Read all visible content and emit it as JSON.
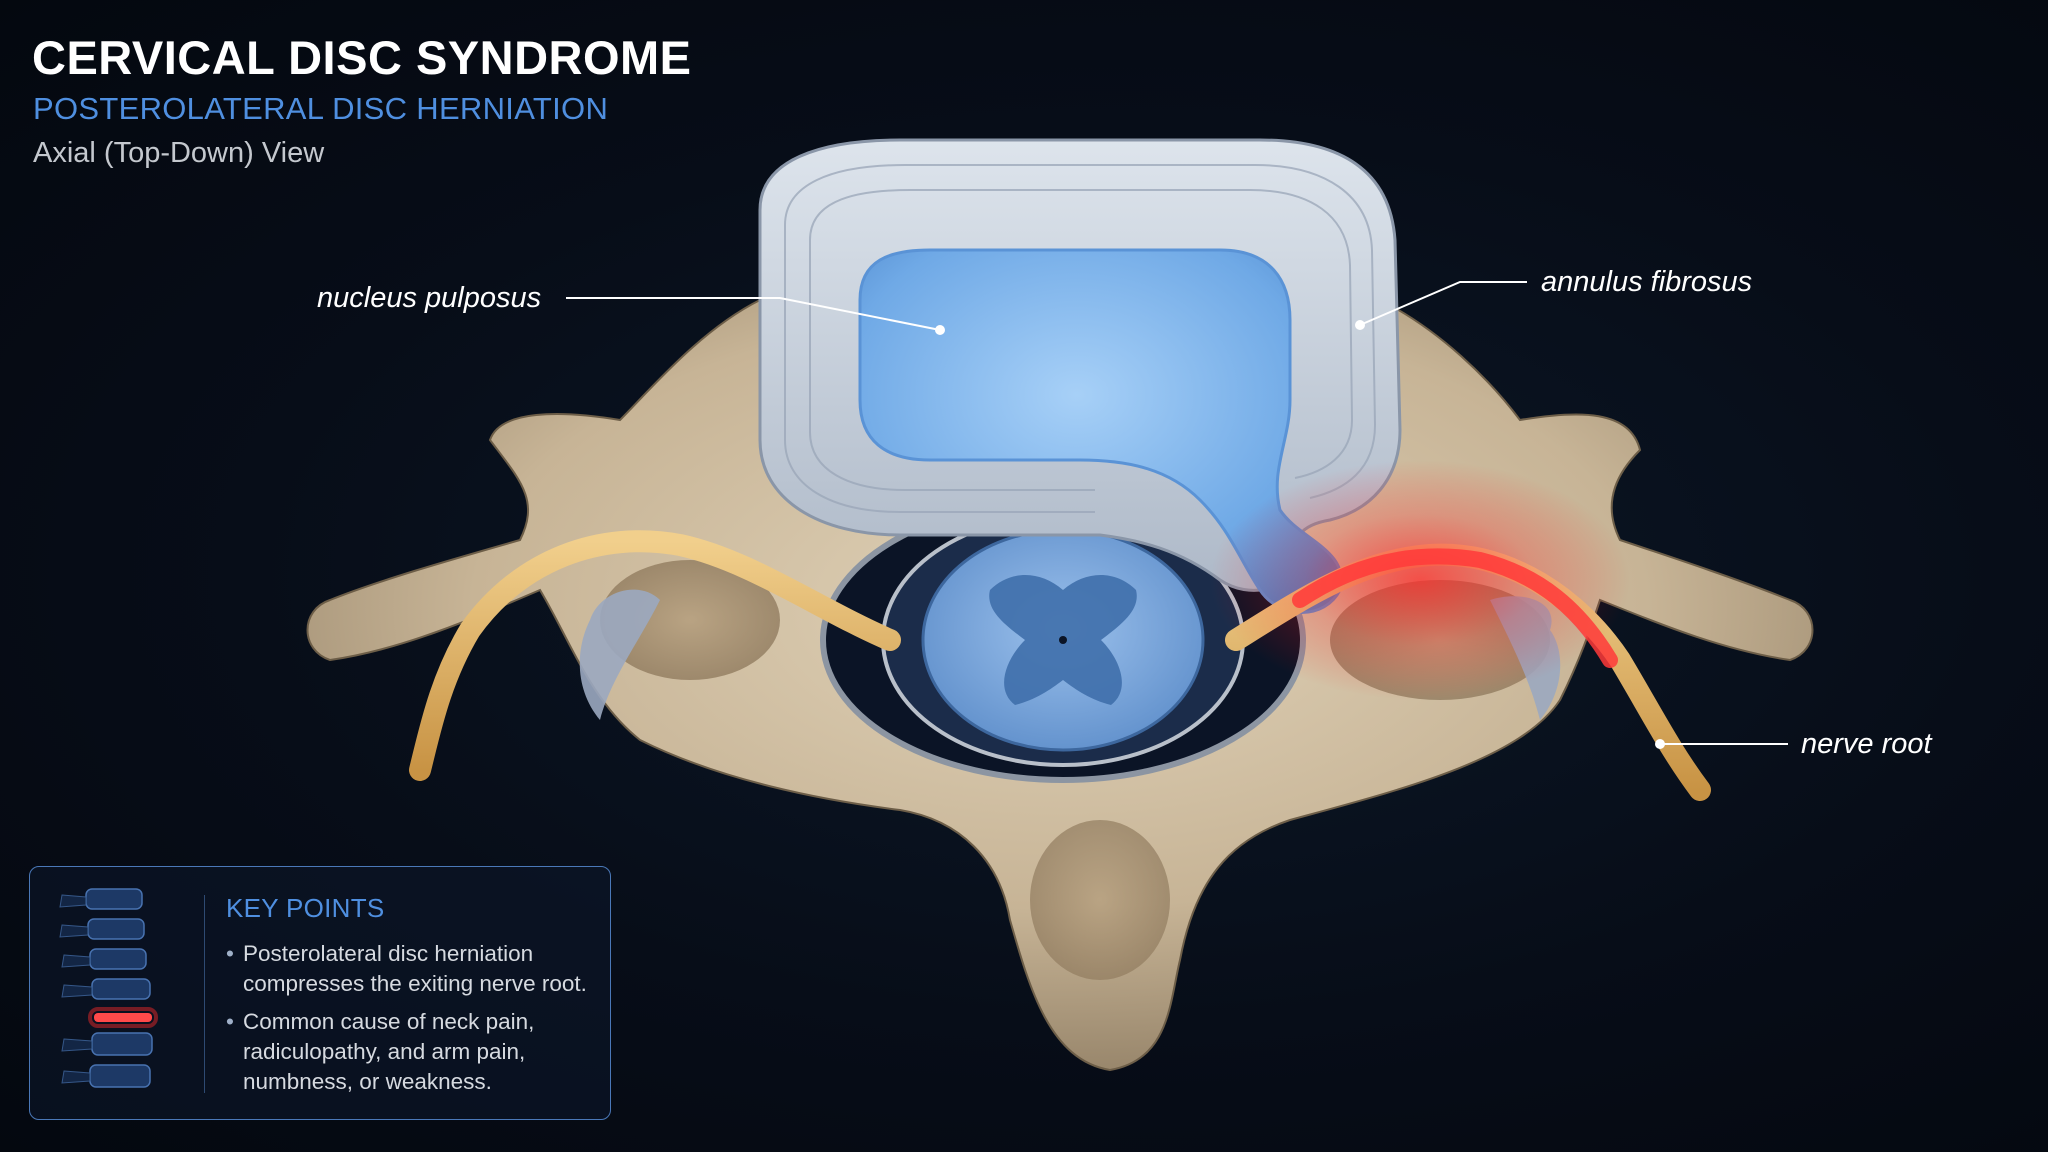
{
  "header": {
    "title": "CERVICAL DISC SYNDROME",
    "subtitle": "POSTEROLATERAL DISC HERNIATION",
    "view": "Axial (Top-Down) View"
  },
  "labels": {
    "nucleus_pulposus": "nucleus pulposus",
    "annulus_fibrosus": "annulus fibrosus",
    "nerve_root": "nerve root"
  },
  "key_points": {
    "heading": "KEY POINTS",
    "items": [
      "Posterolateral disc herniation compresses the exiting nerve root.",
      "Common cause of neck pain, radiculopathy, and arm pain, numbness, or weakness."
    ]
  },
  "colors": {
    "background": "#070d18",
    "title": "#ffffff",
    "accent_blue": "#4f8fe0",
    "bone": "#cbbba0",
    "annulus": "#c9d2de",
    "nucleus": "#7db6ee",
    "spinal_cord": "#6f9fd8",
    "nerve": "#e2b56a",
    "inflammation": "#ff2a2a"
  }
}
